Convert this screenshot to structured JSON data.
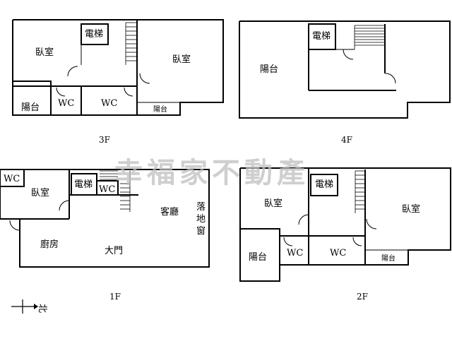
{
  "watermark": "幸福家不動產",
  "north_label": "北",
  "floors": {
    "f3": {
      "label": "3F",
      "rooms": {
        "bedroom_left": "臥室",
        "elevator": "電梯",
        "bedroom_right": "臥室",
        "balcony_left": "陽台",
        "wc_1": "WC",
        "wc_2": "WC",
        "balcony_small": "陽台"
      }
    },
    "f4": {
      "label": "4F",
      "rooms": {
        "elevator": "電梯",
        "balcony": "陽台"
      }
    },
    "f1": {
      "label": "1F",
      "rooms": {
        "wc_corner": "WC",
        "bedroom": "臥室",
        "elevator": "電梯",
        "wc": "WC",
        "living_room": "客廳",
        "kitchen": "廚房",
        "main_door": "大門",
        "french_window": [
          "落",
          "地",
          "窗"
        ]
      }
    },
    "f2": {
      "label": "2F",
      "rooms": {
        "bedroom_left": "臥室",
        "elevator": "電梯",
        "bedroom_right": "臥室",
        "balcony_left": "陽台",
        "wc_1": "WC",
        "wc_2": "WC",
        "balcony_small": "陽台"
      }
    }
  }
}
